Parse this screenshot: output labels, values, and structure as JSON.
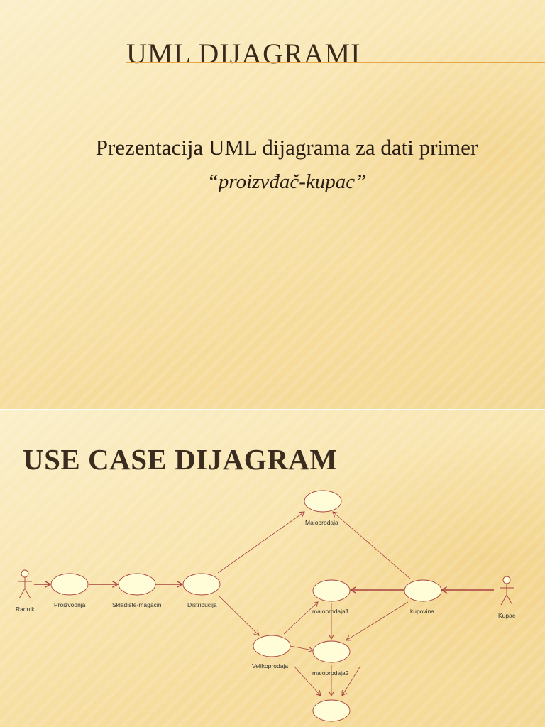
{
  "slide1": {
    "title": "UML DIJAGRAMI",
    "subtitle_line1": "Prezentacija UML dijagrama za dati primer",
    "subtitle_line2": "“proizvđač-kupac”"
  },
  "slide2": {
    "title": "USE CASE DIJAGRAM",
    "actors": {
      "radnik": "Radnik",
      "kupac": "Kupac"
    },
    "use_cases": {
      "proizvodnja": "Proizvodnja",
      "skladiste": "Skladiste-magacin",
      "distribucija": "Distribucija",
      "maloprodaja": "Maloprodaja",
      "maloprodaja1": "maloprodaja1",
      "kupovina": "kupovina",
      "velikoprodaja": "Velikoprodaja",
      "maloprodaja2": "maloprodaja2"
    }
  },
  "colors": {
    "accent_line": "#e8a64a",
    "connector": "#a8413f",
    "usecase_fill": "#fffdd8",
    "text_dark": "#3a2a1c"
  }
}
